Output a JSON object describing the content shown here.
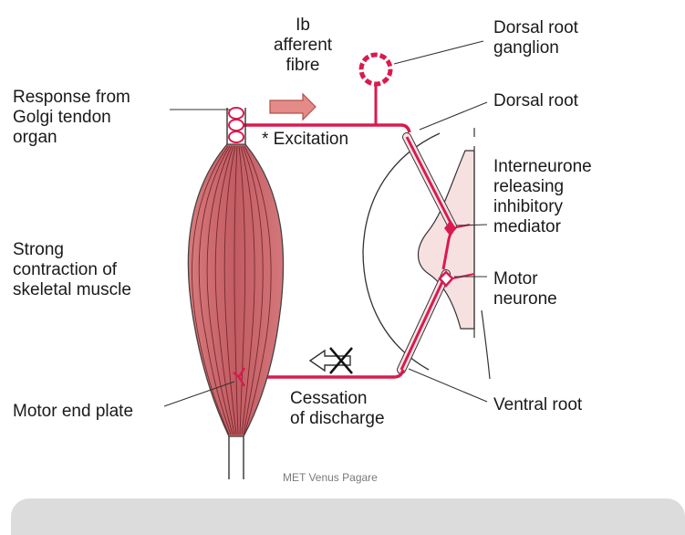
{
  "labels": {
    "ib_afferent": "Ib\nafferent\nfibre",
    "dorsal_root_ganglion": "Dorsal root\nganglion",
    "dorsal_root": "Dorsal root",
    "response_golgi": "Response from\nGolgi tendon\norgan",
    "excitation": "* Excitation",
    "interneurone": "Interneurone\nreleasing\ninhibitory\nmediator",
    "strong_contraction": "Strong\ncontraction of\nskeletal muscle",
    "motor_neurone": "Motor\nneurone",
    "motor_end_plate": "Motor end plate",
    "cessation": "Cessation\nof discharge",
    "ventral_root": "Ventral root"
  },
  "credit": "MET Venus Pagare",
  "colors": {
    "nerve": "#d81b4f",
    "muscle": "#c9646b",
    "muscle_light": "#e8a3a5",
    "arrow_fill": "#e48b87",
    "cord_fill": "#f7e0e0"
  }
}
